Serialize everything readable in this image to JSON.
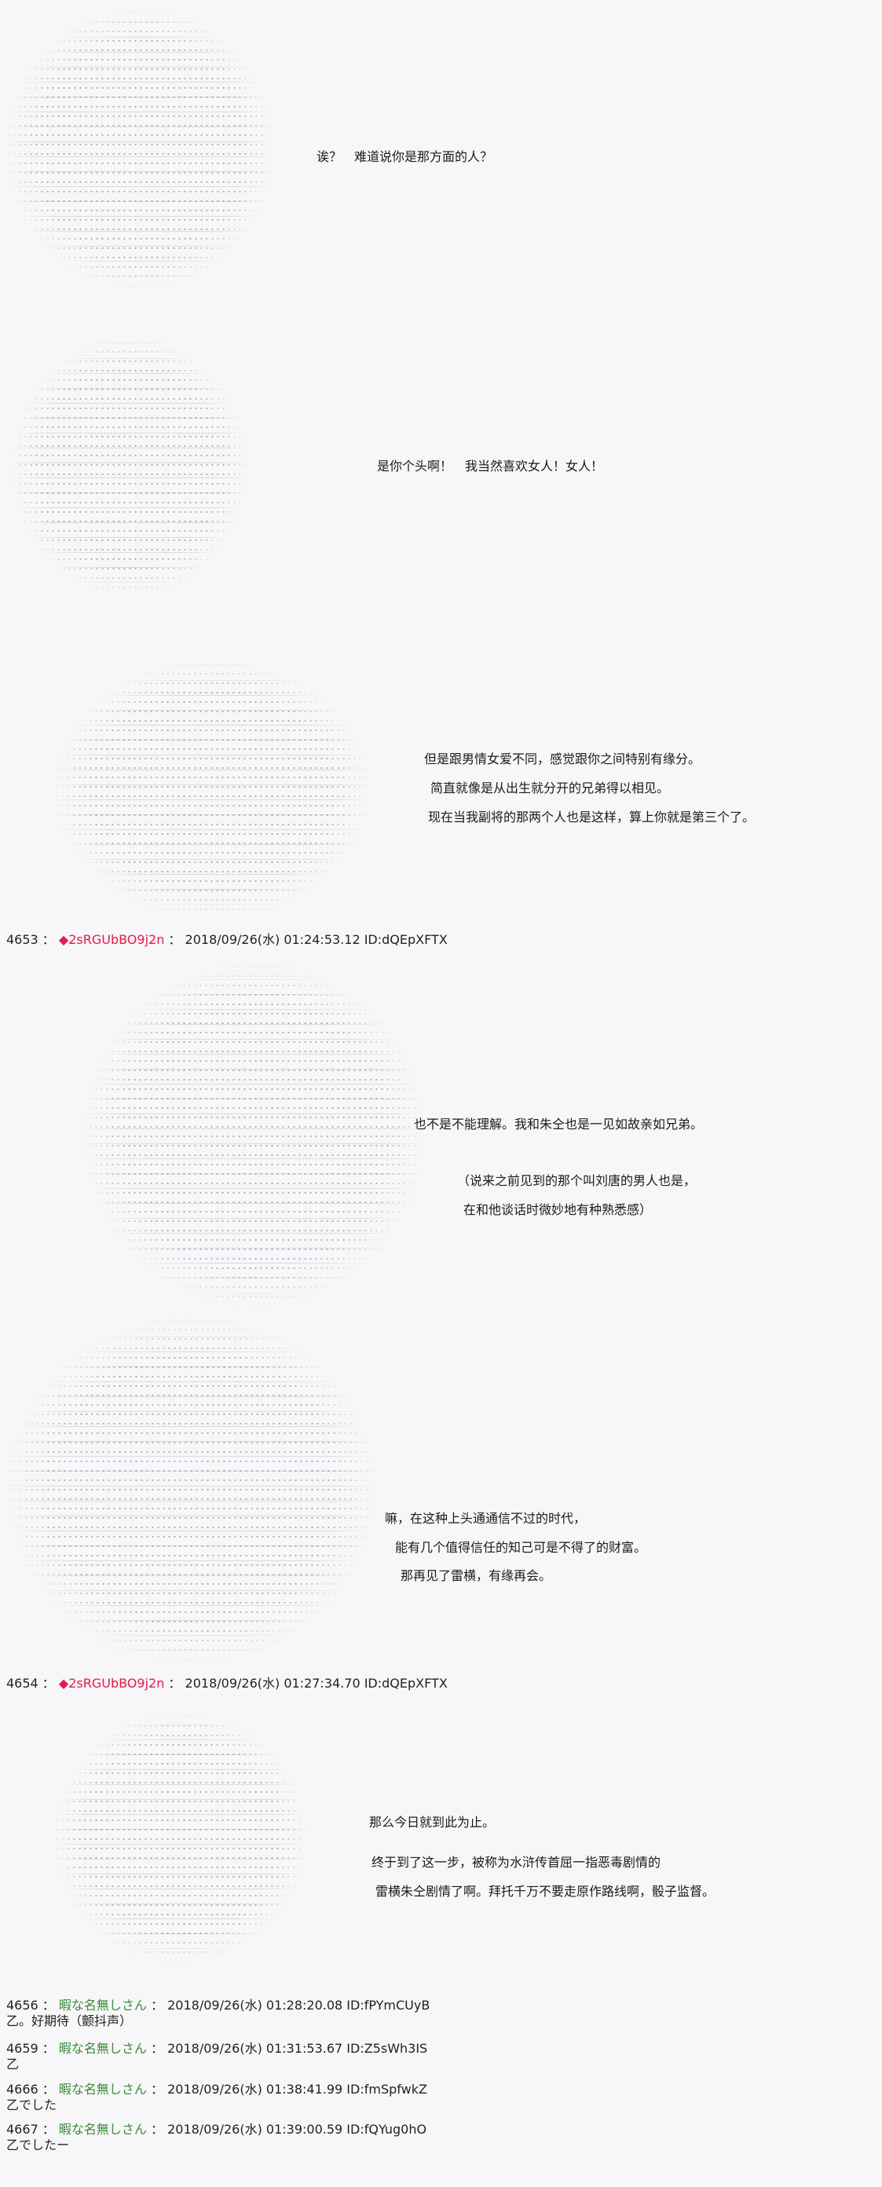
{
  "panels": [
    {
      "lines": [
        "诶？　难道说你是那方面的人？",
        "是你个头啊！　我当然喜欢女人！女人！"
      ]
    },
    {
      "lines": [
        "但是跟男情女爱不同，感觉跟你之间特别有缘分。",
        "简直就像是从出生就分开的兄弟得以相见。",
        "现在当我副将的那两个人也是这样，算上你就是第三个了。"
      ]
    },
    {
      "lines": [
        "也不是不能理解。我和朱仝也是一见如故亲如兄弟。",
        "（说来之前见到的那个叫刘唐的男人也是，",
        "在和他谈话时微妙地有种熟悉感）"
      ]
    },
    {
      "lines": [
        "嘛，在这种上头通通信不过的时代，",
        "能有几个值得信任的知己可是不得了的财富。",
        "那再见了雷横，有缘再会。"
      ]
    },
    {
      "lines": [
        "那么今日就到此为止。",
        "终于到了这一步，被称为水浒传首屈一指恶毒剧情的",
        "雷横朱仝剧情了啊。拜托千万不要走原作路线啊，骰子监督。"
      ]
    }
  ],
  "posts": [
    {
      "number": "4653",
      "sep": " ： ",
      "name": "◆2sRGUbBO9j2n",
      "date": "2018/09/26(水) 01:24:53.12 ID:dQEpXFTX"
    },
    {
      "number": "4654",
      "sep": " ： ",
      "name": "◆2sRGUbBO9j2n",
      "date": "2018/09/26(水) 01:27:34.70 ID:dQEpXFTX"
    }
  ],
  "comments": [
    {
      "number": "4656",
      "sep": " ： ",
      "name": "暇な名無しさん",
      "date": "2018/09/26(水) 01:28:20.08 ID:fPYmCUyB",
      "text": "乙。好期待（颤抖声）"
    },
    {
      "number": "4659",
      "sep": " ： ",
      "name": "暇な名無しさん",
      "date": "2018/09/26(水) 01:31:53.67 ID:Z5sWh3IS",
      "text": "乙"
    },
    {
      "number": "4666",
      "sep": " ： ",
      "name": "暇な名無しさん",
      "date": "2018/09/26(水) 01:38:41.99 ID:fmSpfwkZ",
      "text": "乙でした"
    },
    {
      "number": "4667",
      "sep": " ： ",
      "name": "暇な名無しさん",
      "date": "2018/09/26(水) 01:39:00.59 ID:fQYug0hO",
      "text": "乙でしたー"
    }
  ],
  "colors": {
    "trip": "#e8194a",
    "anon_name": "#3a8a3a",
    "background": "#f7f6f9"
  }
}
